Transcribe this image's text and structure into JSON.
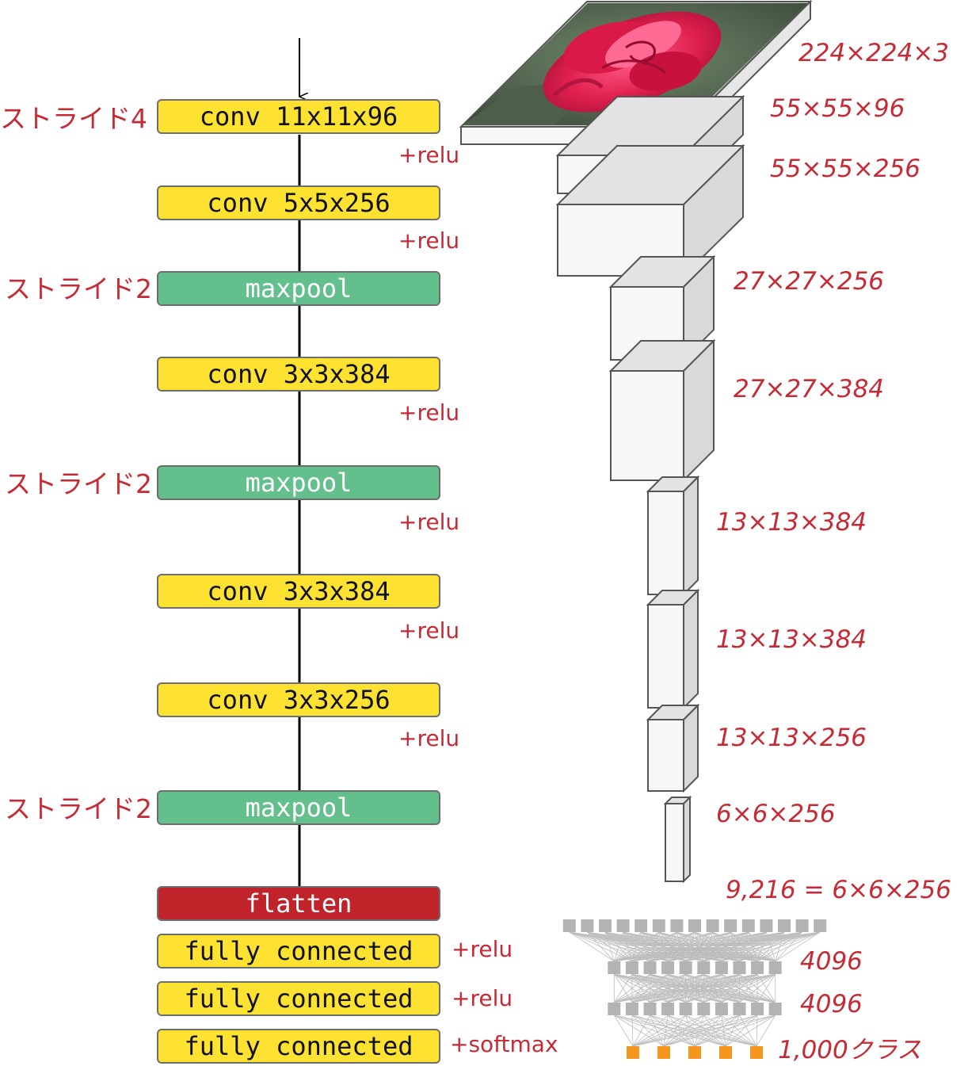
{
  "layers": [
    {
      "label": "conv 11x11x96",
      "kind": "conv",
      "stride": "ストライド4",
      "activation": "+relu"
    },
    {
      "label": "conv 5x5x256",
      "kind": "conv",
      "stride": "",
      "activation": "+relu"
    },
    {
      "label": "maxpool",
      "kind": "pool",
      "stride": "ストライド2",
      "activation": ""
    },
    {
      "label": "conv 3x3x384",
      "kind": "conv",
      "stride": "",
      "activation": "+relu"
    },
    {
      "label": "maxpool",
      "kind": "pool",
      "stride": "ストライド2",
      "activation": "+relu"
    },
    {
      "label": "conv 3x3x384",
      "kind": "conv",
      "stride": "",
      "activation": "+relu"
    },
    {
      "label": "conv 3x3x256",
      "kind": "conv",
      "stride": "",
      "activation": "+relu"
    },
    {
      "label": "maxpool",
      "kind": "pool",
      "stride": "ストライド2",
      "activation": ""
    },
    {
      "label": "flatten",
      "kind": "flatten",
      "stride": "",
      "activation": ""
    },
    {
      "label": "fully connected",
      "kind": "fc",
      "stride": "",
      "activation": "+relu"
    },
    {
      "label": "fully connected",
      "kind": "fc",
      "stride": "",
      "activation": "+relu"
    },
    {
      "label": "fully connected",
      "kind": "fc",
      "stride": "",
      "activation": "+softmax"
    }
  ],
  "dimensions": [
    "224×224×3",
    "55×55×96",
    "55×55×256",
    "27×27×256",
    "27×27×384",
    "13×13×384",
    "13×13×384",
    "13×13×256",
    "6×6×256",
    "9,216 = 6×6×256",
    "4096",
    "4096",
    "1,000クラス"
  ],
  "input_image": "rose photo",
  "colors": {
    "conv": "#fde231",
    "pool": "#63bf8c",
    "flatten": "#c1232a",
    "annotation": "#c62a34",
    "fc_node": "#b3b3b3",
    "output_node": "#f5961f"
  },
  "fc_nodes": {
    "input_row": 15,
    "hidden_1": 10,
    "hidden_2": 10,
    "output": 5
  }
}
